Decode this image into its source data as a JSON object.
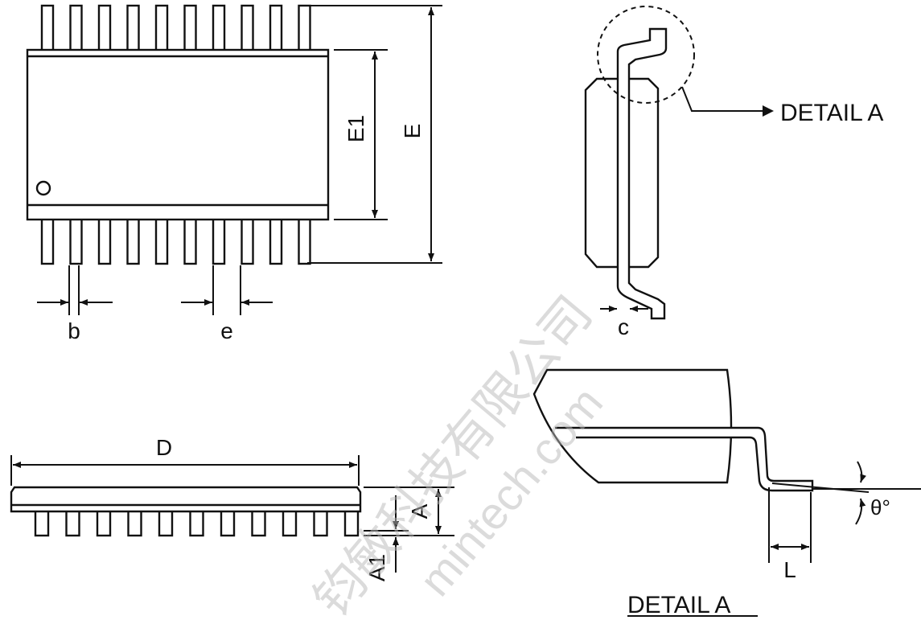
{
  "labels": {
    "b": "b",
    "e": "e",
    "E1": "E1",
    "E": "E",
    "c": "c",
    "detail_callout": "DETAIL A",
    "D": "D",
    "A": "A",
    "A1": "A1",
    "theta": "θ°",
    "L": "L",
    "detail_title": "DETAIL A"
  },
  "watermark": {
    "text": "钧敏科技有限公司",
    "url": "mintech.com"
  },
  "colors": {
    "stroke": "#111111",
    "watermark": "#b9b9b9"
  }
}
